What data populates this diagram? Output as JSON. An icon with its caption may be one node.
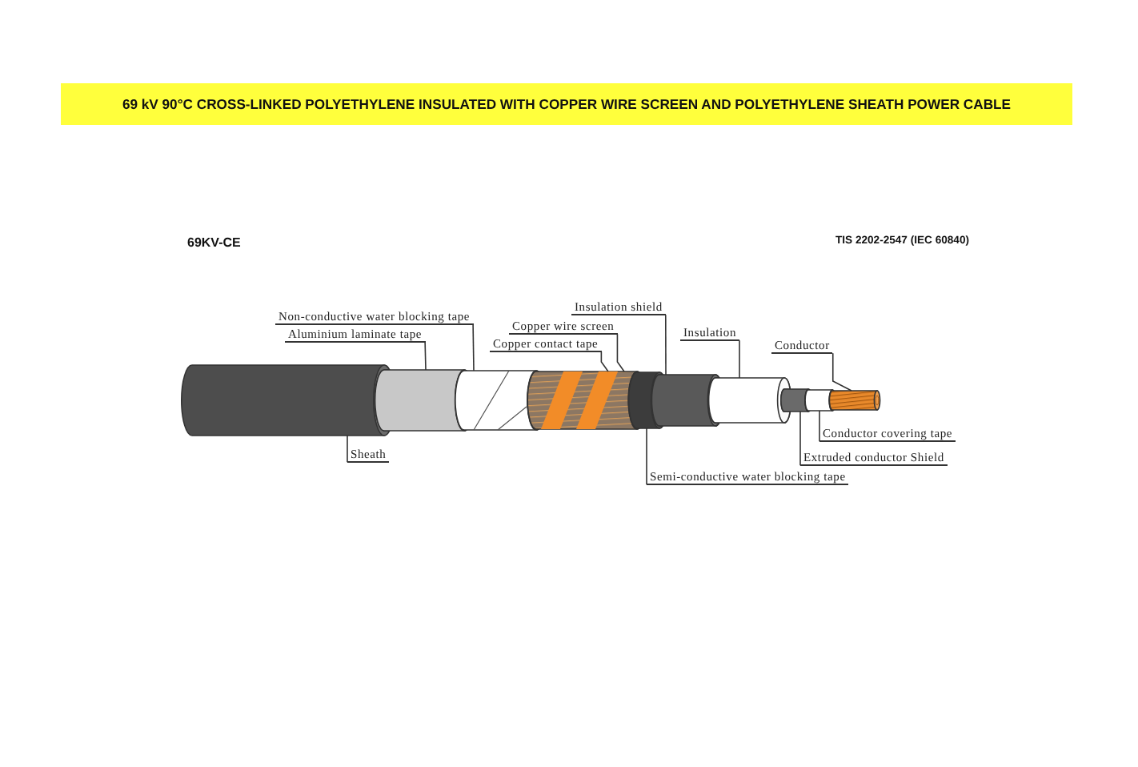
{
  "diagram": {
    "title": "69 kV 90°C CROSS-LINKED POLYETHYLENE INSULATED WITH COPPER WIRE SCREEN AND POLYETHYLENE SHEATH POWER CABLE",
    "nodes": [
      {
        "text": [
          "Insulation shield"
        ]
      },
      {
        "text": [
          "Non-conductive water blocking tape"
        ]
      },
      {
        "text": [
          "Copper wire screen"
        ]
      },
      {
        "text": [
          "Aluminium laminate tape"
        ]
      },
      {
        "text": [
          "Insulation"
        ]
      },
      {
        "text": [
          "Copper contact tape"
        ]
      },
      {
        "text": [
          "Conductor"
        ]
      },
      {
        "text": [
          "Conductor covering tape"
        ]
      },
      {
        "text": [
          "Sheath"
        ]
      },
      {
        "text": [
          "Extruded conductor Shield"
        ]
      },
      {
        "text": [
          "Semi-conductive water blocking tape"
        ]
      },
      {
        "text": [],
        "shape": "cylinder"
      },
      {
        "text": [],
        "shape": "cylinder"
      },
      {
        "text": [],
        "shape": "cylinder"
      },
      {
        "text": [],
        "shape": "cylinder"
      },
      {
        "text": [],
        "shape": "band",
        "in": 14
      },
      {
        "text": [],
        "shape": "cylinder"
      },
      {
        "text": [],
        "shape": "cylinder"
      },
      {
        "text": [],
        "shape": "cylinder"
      },
      {
        "text": [],
        "shape": "cylinder"
      },
      {
        "text": [],
        "shape": "cylinder"
      },
      {
        "text": [],
        "shape": "cylinder"
      }
    ],
    "edges": [
      {
        "from": 0,
        "to": 17,
        "arrow": "none"
      },
      {
        "from": 1,
        "to": 13,
        "arrow": "none"
      },
      {
        "from": 2,
        "to": 14,
        "arrow": "none"
      },
      {
        "from": 3,
        "to": 12,
        "arrow": "none"
      },
      {
        "from": 4,
        "to": 18,
        "arrow": "none"
      },
      {
        "from": 5,
        "to": 15,
        "arrow": "none"
      },
      {
        "from": 6,
        "to": 21,
        "arrow": "none"
      },
      {
        "from": 7,
        "to": 20,
        "arrow": "none"
      },
      {
        "from": 8,
        "to": 11,
        "arrow": "none"
      },
      {
        "from": 9,
        "to": 19,
        "arrow": "none"
      },
      {
        "from": 10,
        "to": 16,
        "arrow": "none"
      }
    ],
    "labels": [
      "69KV-CE",
      "TIS 2202-2547 (IEC 60840)"
    ]
  }
}
